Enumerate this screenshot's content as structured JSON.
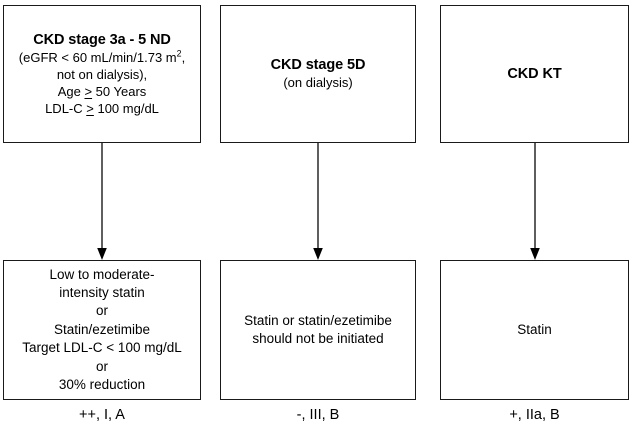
{
  "figure": {
    "type": "flowchart",
    "orientation": "top-to-bottom",
    "columns": 3,
    "background_color": "#ffffff",
    "line_color": "#1a1a1a",
    "text_color": "#000000"
  },
  "columns": [
    {
      "id": "ckd-3a-5-nd",
      "top_box": {
        "title": "CKD stage 3a - 5 ND",
        "lines": [
          {
            "prefix": "(eGFR < 60 mL/min/1.73 m",
            "sup": "2",
            "suffix": ","
          },
          {
            "text": "not on dialysis),"
          },
          {
            "pre": "Age ",
            "sym": ">",
            "post": " 50 Years"
          },
          {
            "pre": "LDL-C ",
            "sym": ">",
            "post": " 100 mg/dL"
          }
        ]
      },
      "connector": {
        "name": "arrow-down",
        "style": "solid",
        "head": "filled-triangle"
      },
      "bottom_box": {
        "lines": [
          "Low to moderate-",
          "intensity statin",
          "or",
          "Statin/ezetimibe",
          "Target LDL-C < 100 mg/dL",
          "or",
          "30% reduction"
        ]
      },
      "caption": "++, I, A"
    },
    {
      "id": "ckd-5d",
      "top_box": {
        "title": "CKD stage 5D",
        "subtitle": "(on dialysis)"
      },
      "connector": {
        "name": "arrow-down",
        "style": "solid",
        "head": "filled-triangle"
      },
      "bottom_box": {
        "lines": [
          "Statin or statin/ezetimibe",
          "should not be initiated"
        ]
      },
      "caption": "-, III, B"
    },
    {
      "id": "ckd-kt",
      "top_box": {
        "title": "CKD KT"
      },
      "connector": {
        "name": "arrow-down",
        "style": "solid",
        "head": "filled-triangle"
      },
      "bottom_box": {
        "lines": [
          "Statin"
        ]
      },
      "caption": "+, IIa, B"
    }
  ]
}
